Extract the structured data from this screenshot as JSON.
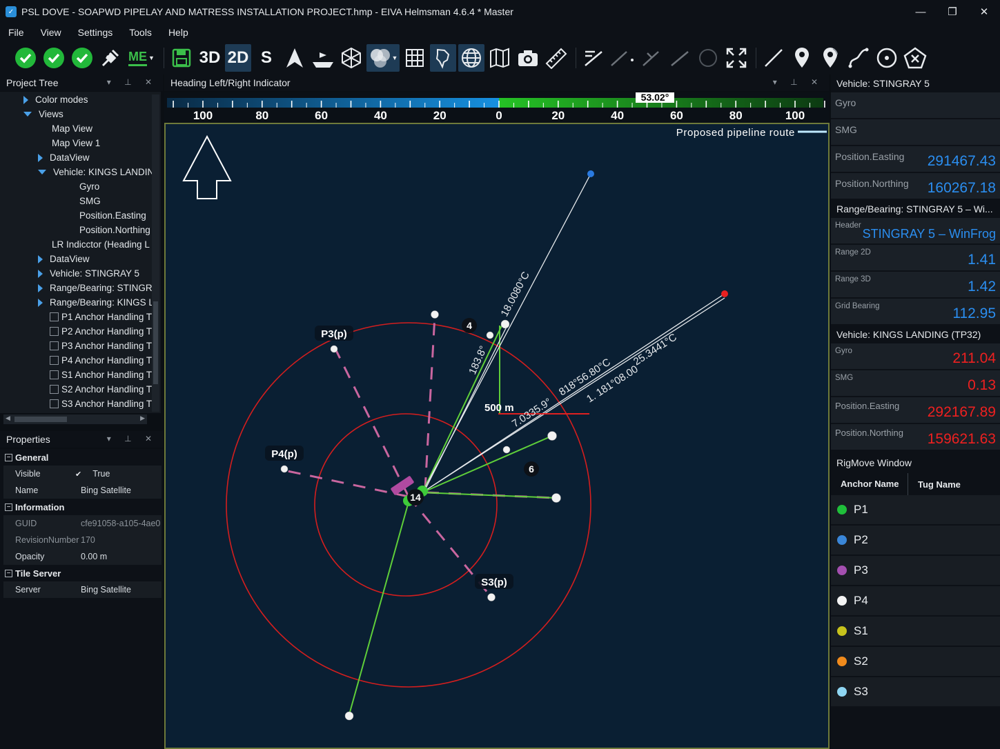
{
  "window": {
    "title": "PSL DOVE - SOAPWD PIPELAY AND MATRESS INSTALLATION PROJECT.hmp -  EIVA Helmsman 4.6.4 * Master"
  },
  "menu": [
    "File",
    "View",
    "Settings",
    "Tools",
    "Help"
  ],
  "toolbar": {
    "view_3d": "3D",
    "view_2d": "2D",
    "view_s": "S",
    "me_label": "ME"
  },
  "project_tree": {
    "title": "Project Tree",
    "items": [
      {
        "label": "Color modes",
        "indent": 1,
        "icon": "collapsed"
      },
      {
        "label": "Views",
        "indent": 1,
        "icon": "expanded"
      },
      {
        "label": "Map View",
        "indent": 2,
        "icon": "none"
      },
      {
        "label": "Map View 1",
        "indent": 2,
        "icon": "none"
      },
      {
        "label": "DataView",
        "indent": 2,
        "icon": "collapsed"
      },
      {
        "label": "Vehicle:  KINGS LANDIN",
        "indent": 2,
        "icon": "expanded"
      },
      {
        "label": "Gyro",
        "indent": 3,
        "icon": "none"
      },
      {
        "label": "SMG",
        "indent": 3,
        "icon": "none"
      },
      {
        "label": "Position.Easting",
        "indent": 3,
        "icon": "none"
      },
      {
        "label": "Position.Northing",
        "indent": 3,
        "icon": "none"
      },
      {
        "label": "LR Indicctor (Heading L",
        "indent": 2,
        "icon": "none"
      },
      {
        "label": "DataView",
        "indent": 2,
        "icon": "collapsed"
      },
      {
        "label": "Vehicle:  STINGRAY 5",
        "indent": 2,
        "icon": "collapsed"
      },
      {
        "label": "Range/Bearing: STINGR",
        "indent": 2,
        "icon": "collapsed"
      },
      {
        "label": "Range/Bearing: KINGS L",
        "indent": 2,
        "icon": "collapsed"
      },
      {
        "label": "P1 Anchor Handling T",
        "indent": 2,
        "icon": "checkbox"
      },
      {
        "label": "P2 Anchor Handling T",
        "indent": 2,
        "icon": "checkbox"
      },
      {
        "label": "P3 Anchor Handling T",
        "indent": 2,
        "icon": "checkbox"
      },
      {
        "label": "P4 Anchor Handling T",
        "indent": 2,
        "icon": "checkbox"
      },
      {
        "label": "S1 Anchor Handling T",
        "indent": 2,
        "icon": "checkbox"
      },
      {
        "label": "S2 Anchor Handling T",
        "indent": 2,
        "icon": "checkbox"
      },
      {
        "label": "S3 Anchor Handling T",
        "indent": 2,
        "icon": "checkbox"
      }
    ]
  },
  "properties": {
    "title": "Properties",
    "groups": [
      {
        "name": "General",
        "rows": [
          {
            "key": "Visible",
            "value": "True",
            "check": true,
            "dim": false
          },
          {
            "key": "Name",
            "value": "Bing Satellite",
            "check": false,
            "dim": false
          }
        ]
      },
      {
        "name": "Information",
        "rows": [
          {
            "key": "GUID",
            "value": "cfe91058-a105-4ae0",
            "check": false,
            "dim": true
          },
          {
            "key": "RevisionNumber",
            "value": "170",
            "check": false,
            "dim": true
          },
          {
            "key": "Opacity",
            "value": "0.00 m",
            "check": false,
            "dim": false
          }
        ]
      },
      {
        "name": "Tile Server",
        "rows": [
          {
            "key": "Server",
            "value": "Bing Satellite",
            "check": false,
            "dim": false
          }
        ]
      }
    ]
  },
  "heading_indicator": {
    "title": "Heading Left/Right Indicator",
    "value": "53.02°",
    "value_num": 53.02,
    "scale_left": [
      "100",
      "80",
      "60",
      "40",
      "20",
      "0"
    ],
    "scale_right": [
      "20",
      "40",
      "60",
      "80",
      "100"
    ]
  },
  "map": {
    "legend": "Proposed pipeline route",
    "scale_label": "500 m",
    "anchor_labels": {
      "p3": "P3(p)",
      "p4": "P4(p)",
      "s3": "S3(p)"
    },
    "markers": {
      "m4": "4",
      "m6": "6",
      "m14": "14"
    },
    "line_labels": {
      "l1": "18.0080°C",
      "l2": "183.8°",
      "l3": "7.0335.9°",
      "l4": "818°56.80°C",
      "l5": "1. 181°08.00",
      "l6": "25.3441°C"
    }
  },
  "right_panel": {
    "stingray": {
      "title": "Vehicle:  STINGRAY 5",
      "gyro_label": "Gyro",
      "smg_label": "SMG",
      "easting_label": "Position.Easting",
      "easting": "291467.43",
      "northing_label": "Position.Northing",
      "northing": "160267.18"
    },
    "range_bearing": {
      "title": "Range/Bearing:  STINGRAY 5 – Wi...",
      "header_label": "Header",
      "header": "STINGRAY 5 – WinFrog",
      "range2d_label": "Range 2D",
      "range2d": "1.41",
      "range3d_label": "Range 3D",
      "range3d": "1.42",
      "grid_bearing_label": "Grid Bearing",
      "grid_bearing": "112.95"
    },
    "kings": {
      "title": "Vehicle:  KINGS LANDING (TP32)",
      "gyro_label": "Gyro",
      "gyro": "211.04",
      "smg_label": "SMG",
      "smg": "0.13",
      "easting_label": "Position.Easting",
      "easting": "292167.89",
      "northing_label": "Position.Northing",
      "northing": "159621.63"
    },
    "rigmove": {
      "title": "RigMove Window",
      "col_anchor": "Anchor Name",
      "col_tug": "Tug Name",
      "anchors": [
        {
          "name": "P1",
          "color": "#1fbf3a"
        },
        {
          "name": "P2",
          "color": "#3a86d8"
        },
        {
          "name": "P3",
          "color": "#a44fb0"
        },
        {
          "name": "P4",
          "color": "#f4f4f4"
        },
        {
          "name": "S1",
          "color": "#c7c21c"
        },
        {
          "name": "S2",
          "color": "#f08a1c"
        },
        {
          "name": "S3",
          "color": "#8fd6f2"
        }
      ]
    }
  },
  "colors": {
    "accent_blue": "#2b8ef0",
    "alert_red": "#ee2020",
    "ring_red": "#d41e1e",
    "heading_green": "#2fbf2f"
  }
}
